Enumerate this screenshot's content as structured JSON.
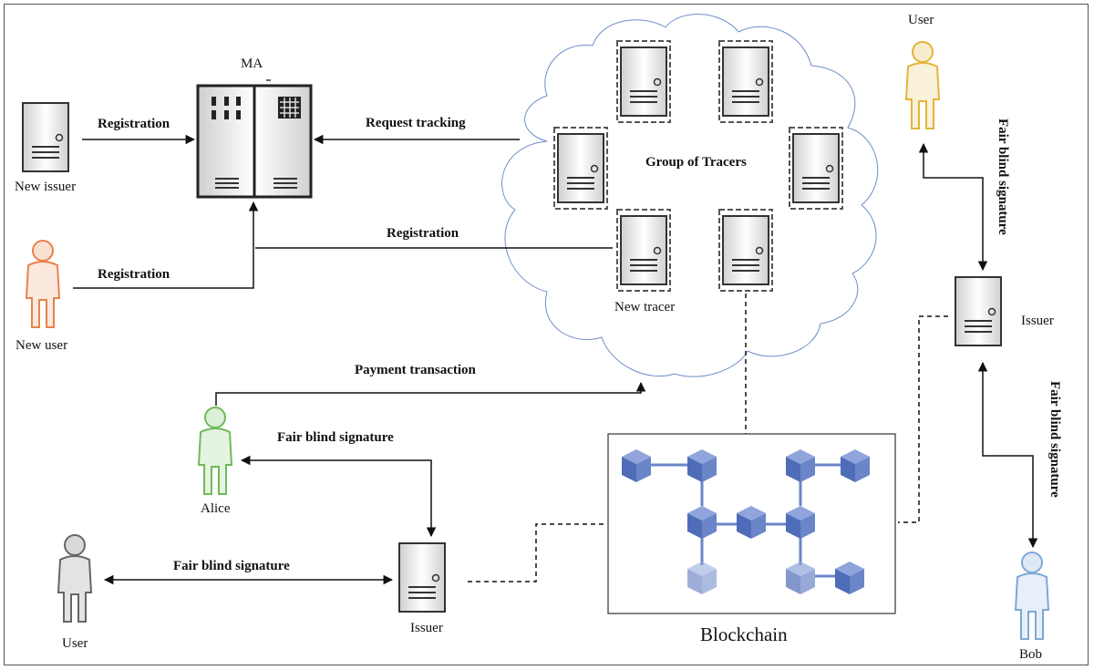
{
  "nodes": {
    "ma": "MA",
    "new_issuer": "New issuer",
    "new_user": "New user",
    "group_of_tracers": "Group of Tracers",
    "new_tracer": "New tracer",
    "user_top": "User",
    "issuer_right": "Issuer",
    "alice": "Alice",
    "issuer_bottom": "Issuer",
    "user_bottom": "User",
    "bob": "Bob",
    "blockchain": "Blockchain"
  },
  "edges": {
    "reg_issuer": "Registration",
    "reg_user": "Registration",
    "reg_tracer": "Registration",
    "request_tracking": "Request tracking",
    "payment": "Payment transaction",
    "fbs_alice": "Fair blind  signature",
    "fbs_user": "Fair blind  signature",
    "fbs_user_top": "Fair blind signature",
    "fbs_bob": "Fair blind signature"
  },
  "colors": {
    "user_orange": "#e8824a",
    "user_gold": "#e3b43a",
    "user_green": "#6fba5a",
    "user_gray": "#666666",
    "user_blue": "#7ea8d6",
    "cube": "#5b79c0",
    "cloud": "#6f8fc9"
  },
  "icons": [
    "server-icon",
    "person-icon",
    "cloud-icon",
    "blockchain-icon"
  ]
}
